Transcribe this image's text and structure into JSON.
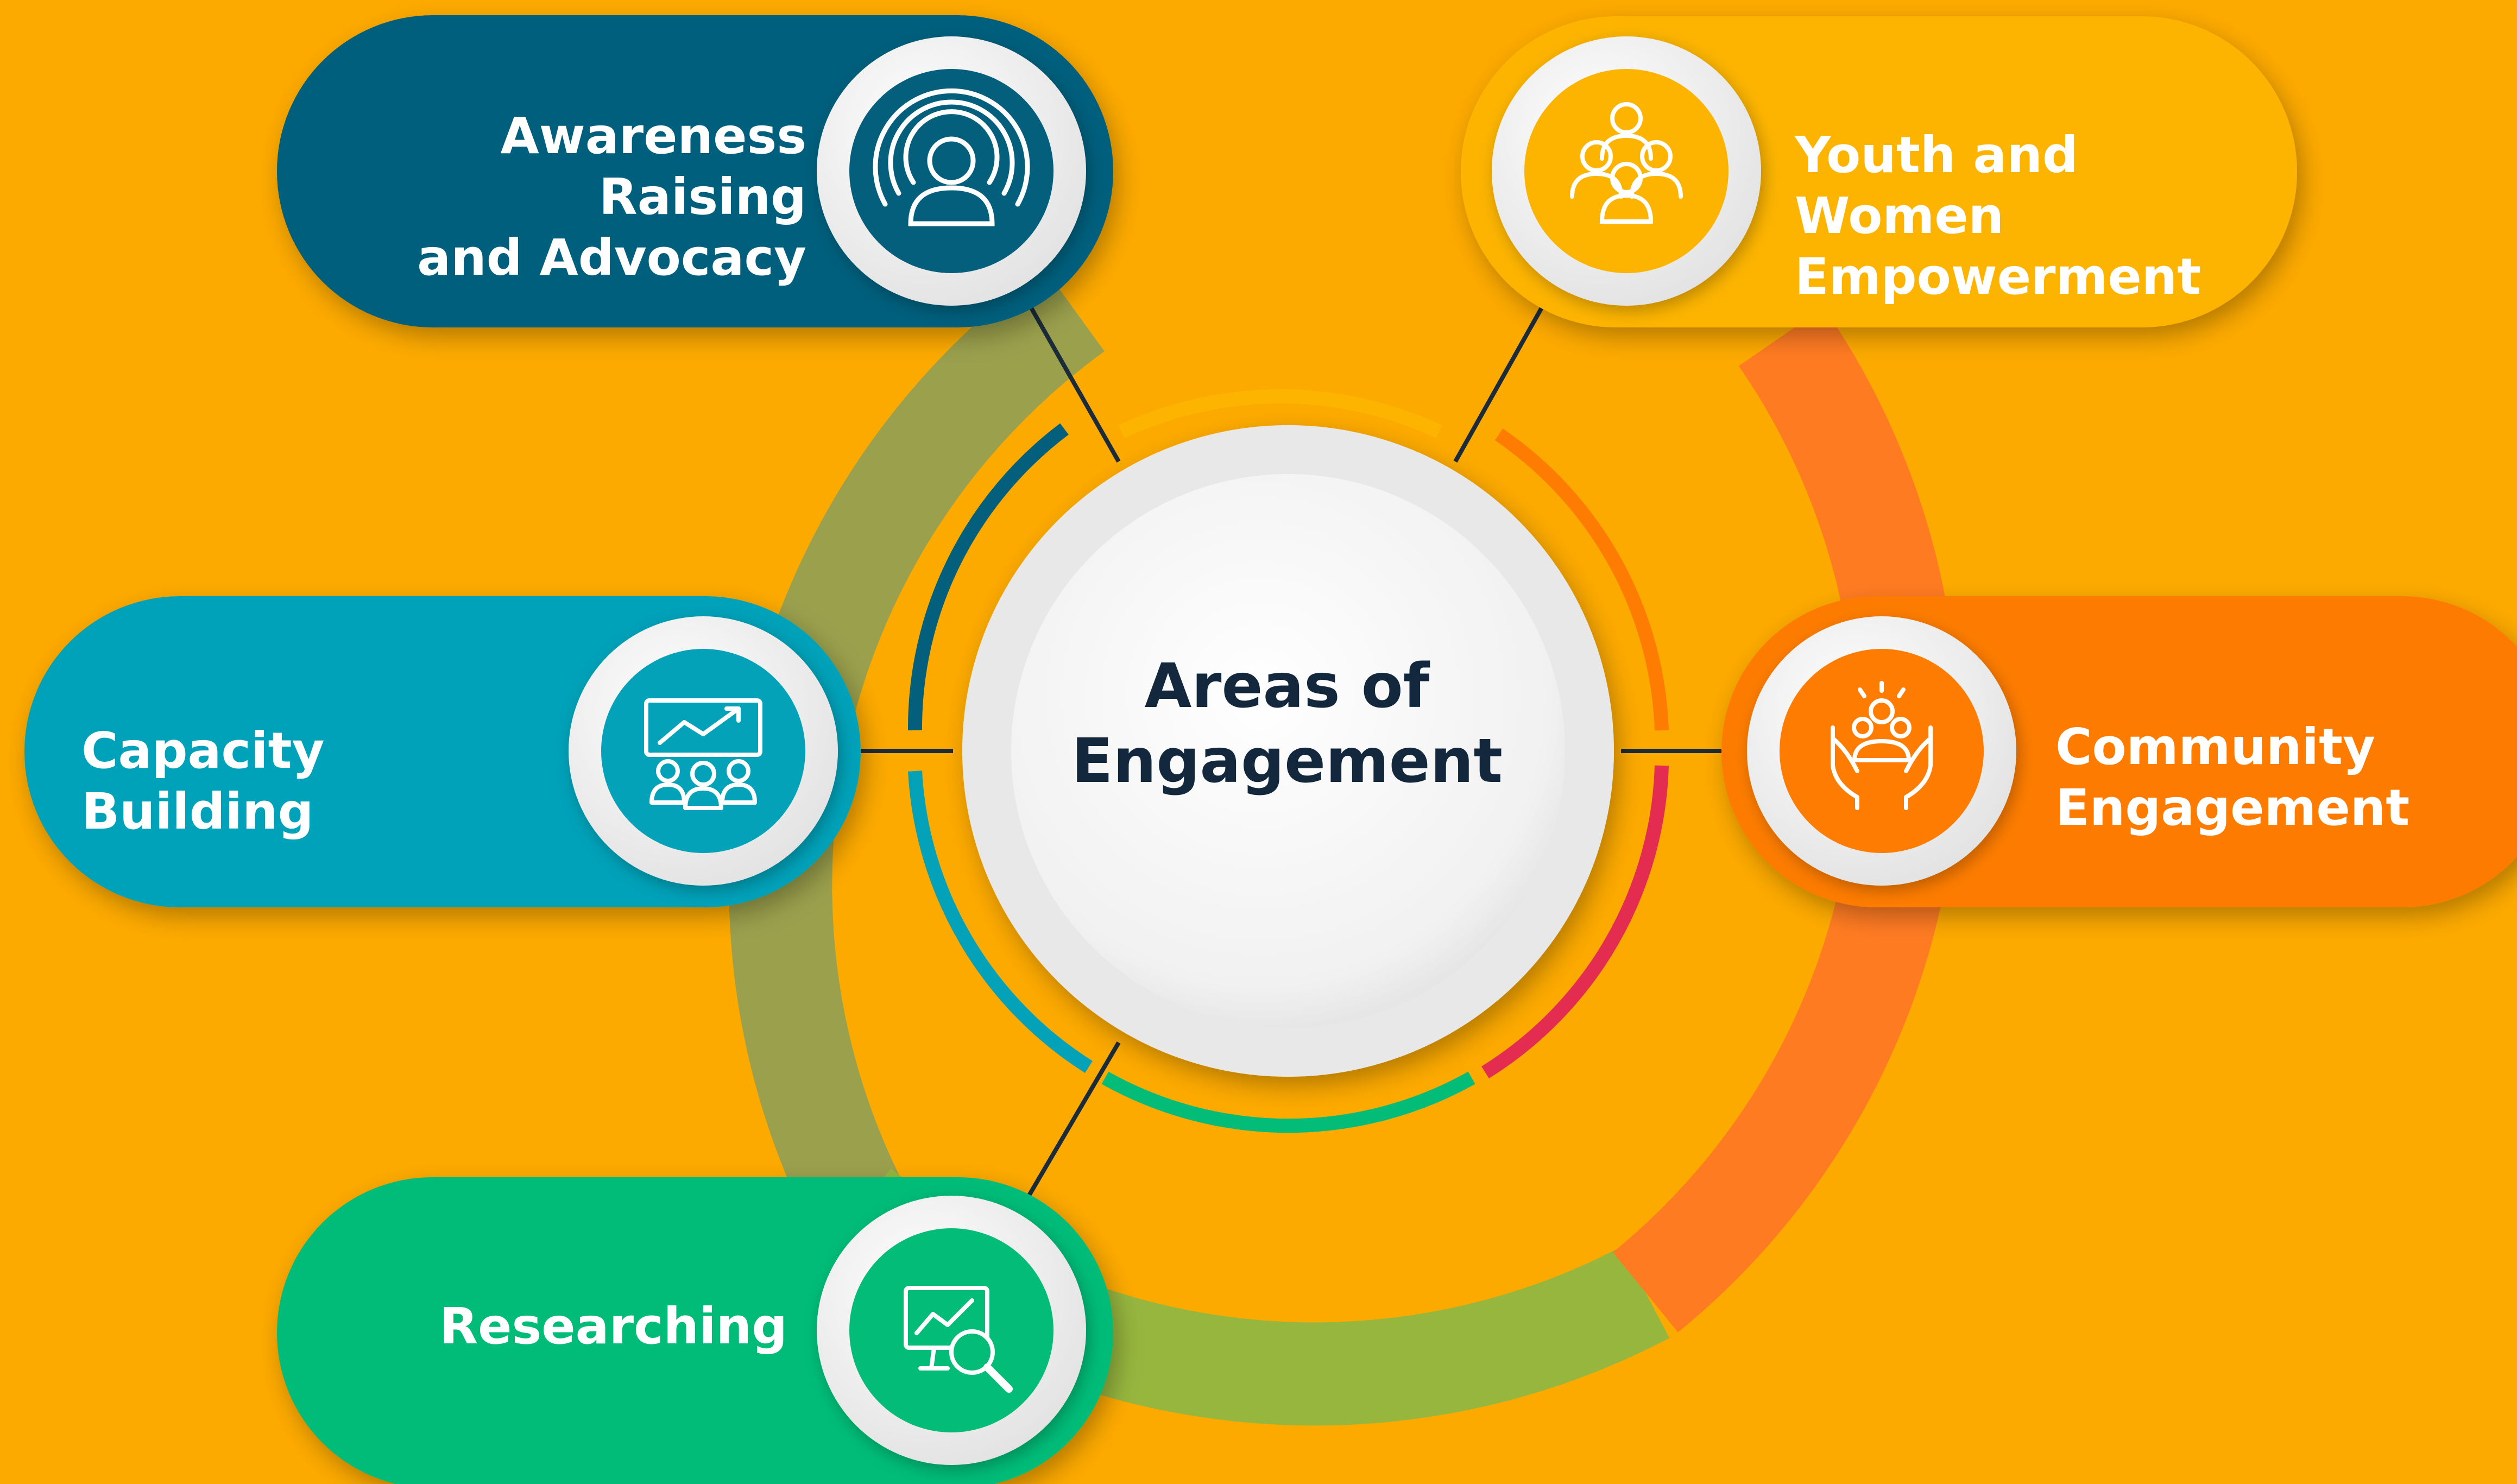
{
  "background_color": "#FDAA00",
  "center": {
    "title": "Areas of\nEngagement",
    "title_color": "#13283D"
  },
  "areas": [
    {
      "id": "awareness",
      "label": "Awareness Raising\nand Advocacy",
      "color": "#045F7C",
      "icon": "person-broadcast-icon"
    },
    {
      "id": "youth",
      "label": "Youth and Women\nEmpowerment",
      "color": "#FCB400",
      "icon": "group-people-icon"
    },
    {
      "id": "capacity",
      "label": "Capacity Building",
      "color": "#04A2B9",
      "icon": "training-presentation-icon"
    },
    {
      "id": "community",
      "label": "Community\nEngagement",
      "color": "#FD7C01",
      "icon": "hands-community-icon"
    },
    {
      "id": "research",
      "label": "Researching",
      "color": "#02BC78",
      "icon": "monitor-magnifier-icon"
    }
  ],
  "ring_colors": {
    "olive": "#9AA04C",
    "green": "#96B63E",
    "orange": "#FF7B22",
    "red": "#E32C4F"
  }
}
